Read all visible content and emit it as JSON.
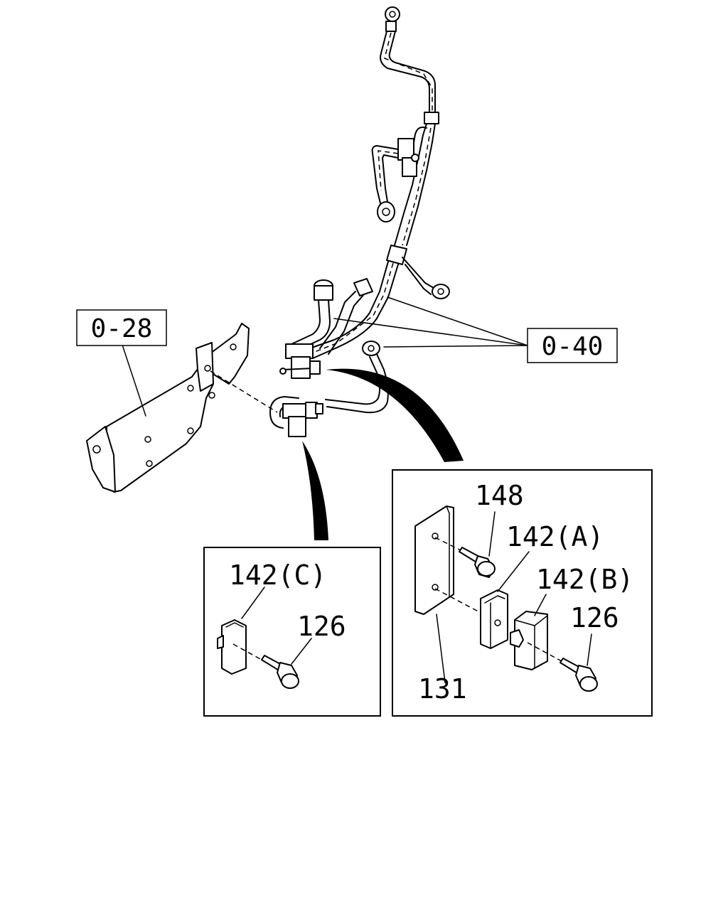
{
  "references": {
    "bracket_ref": "0-28",
    "pipe_ref": "0-40"
  },
  "detail_c": {
    "clip_label": "142(C)",
    "bolt_label": "126"
  },
  "detail_ab": {
    "bolt_top_label": "148",
    "clip_a_label": "142(A)",
    "clip_b_label": "142(B)",
    "bolt_label": "126",
    "plate_label": "131"
  }
}
